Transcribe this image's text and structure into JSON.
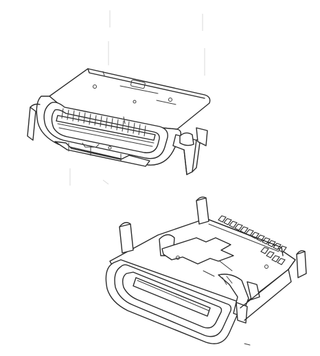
{
  "figure": {
    "views": [
      {
        "view": "front-isometric",
        "subject": "usb-type-c-receptacle"
      },
      {
        "view": "rear-isometric",
        "subject": "usb-type-c-receptacle"
      }
    ],
    "line_color": "#2a2a2a",
    "background_color": "#ffffff"
  }
}
